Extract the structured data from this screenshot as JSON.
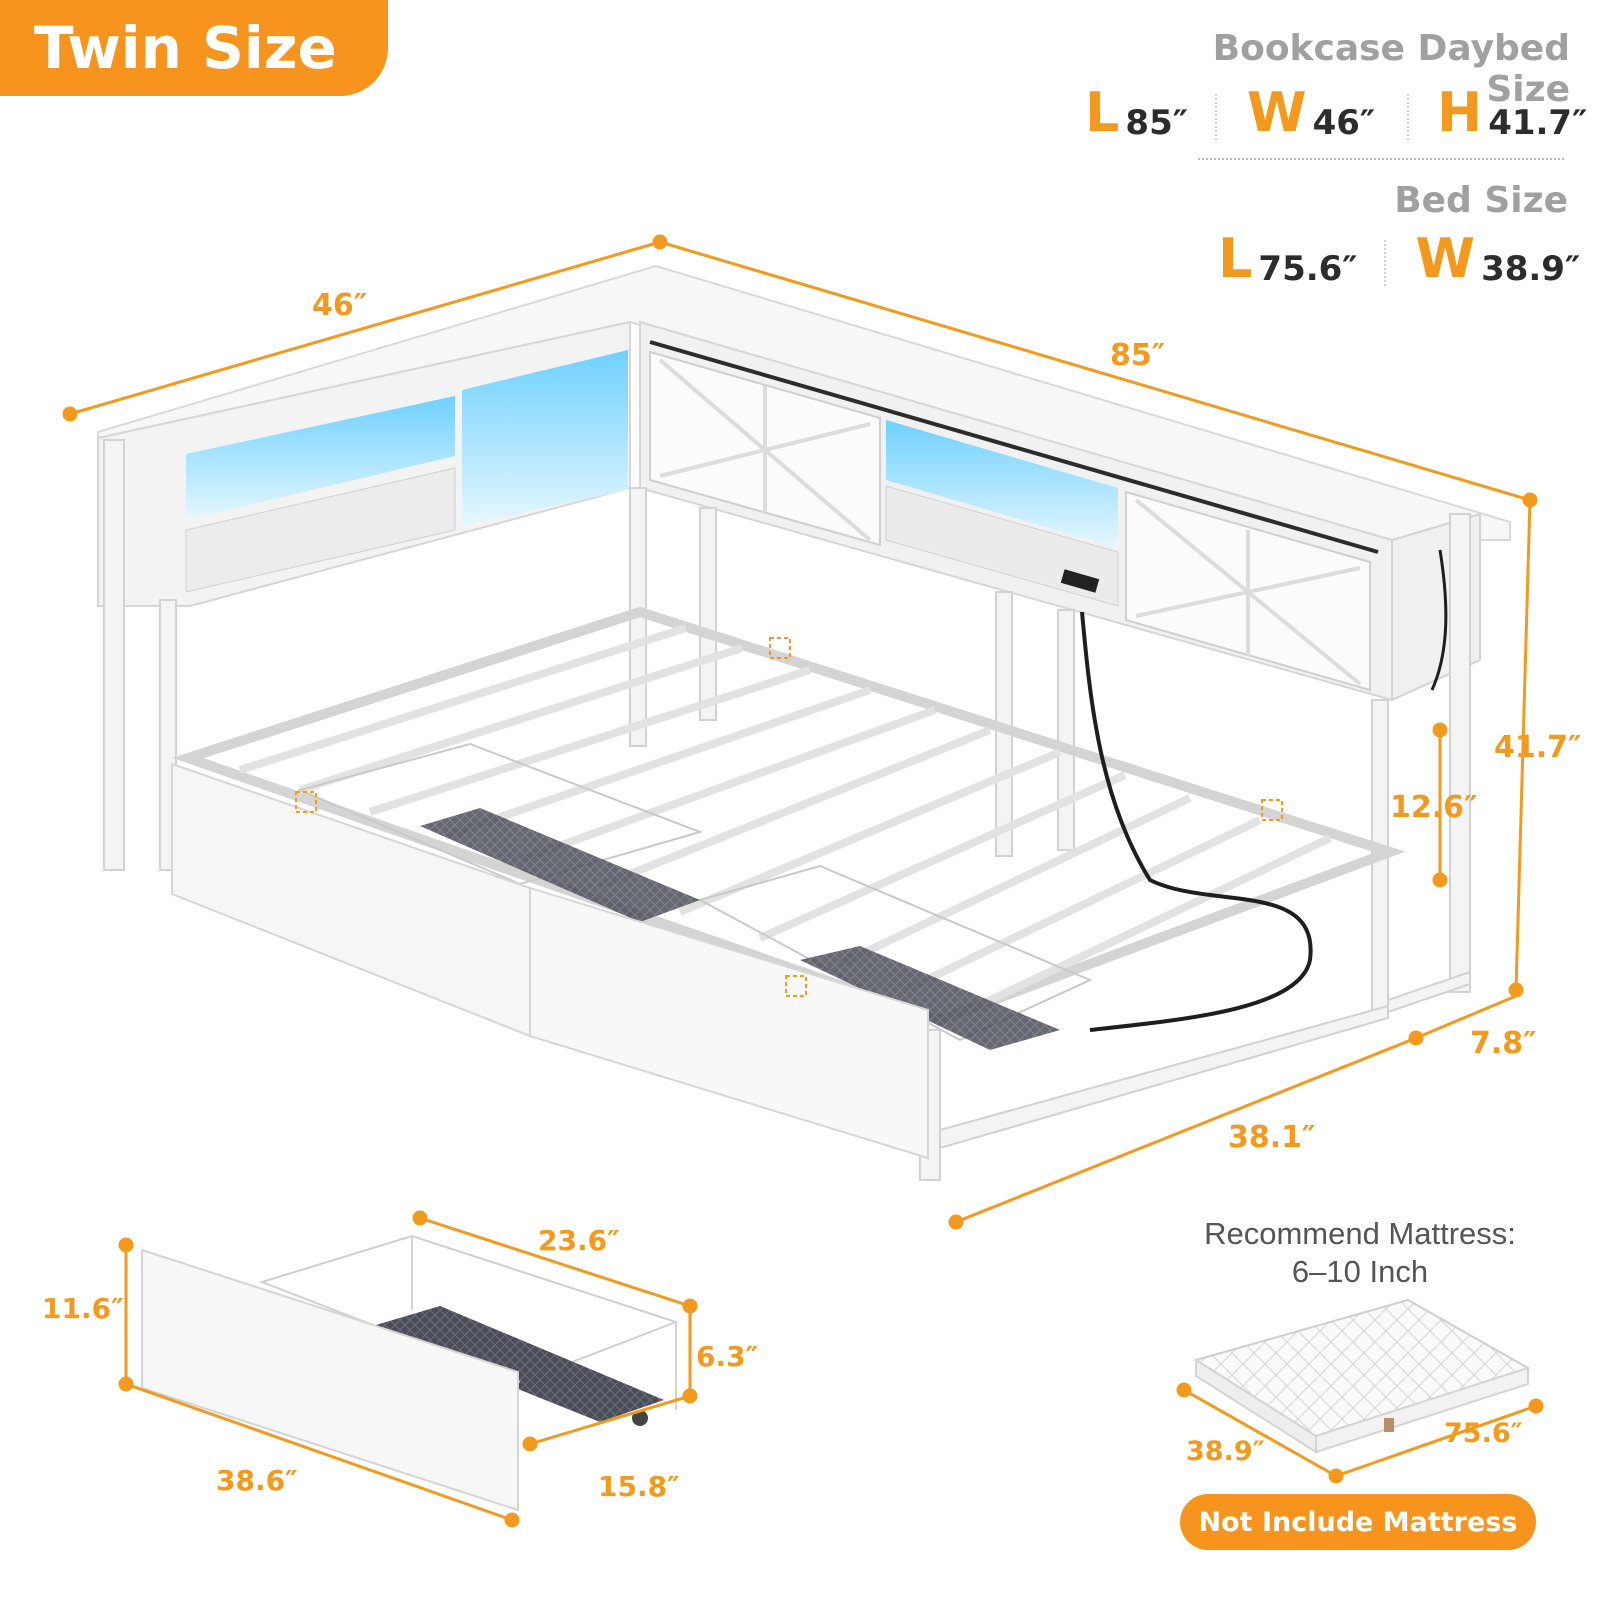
{
  "badge": {
    "label": "Twin Size"
  },
  "bookcase_daybed": {
    "title": "Bookcase Daybed Size",
    "dims": [
      {
        "letter": "L",
        "value": "85″"
      },
      {
        "letter": "W",
        "value": "46″"
      },
      {
        "letter": "H",
        "value": "41.7″"
      }
    ]
  },
  "bed_size": {
    "title": "Bed Size",
    "dims": [
      {
        "letter": "L",
        "value": "75.6″"
      },
      {
        "letter": "W",
        "value": "38.9″"
      }
    ]
  },
  "daybed_dimensions": {
    "width": "46″",
    "length": "85″",
    "height": "41.7″",
    "clearance": "12.6″",
    "shelf_depth": "7.8″",
    "bed_width": "38.1″"
  },
  "drawer_dimensions": {
    "height": "11.6″",
    "width": "23.6″",
    "inner_height": "6.3″",
    "length": "38.6″",
    "depth": "15.8″"
  },
  "mattress": {
    "recommend_line1": "Recommend Mattress:",
    "recommend_line2": "6–10 Inch",
    "width": "38.9″",
    "length": "75.6″",
    "notice": "Not Include Mattress"
  },
  "colors": {
    "accent": "#f7941d",
    "dimension_text": "#f39a1e",
    "led_blue": "#8fdcff",
    "frame_white": "#f4f4f4"
  }
}
